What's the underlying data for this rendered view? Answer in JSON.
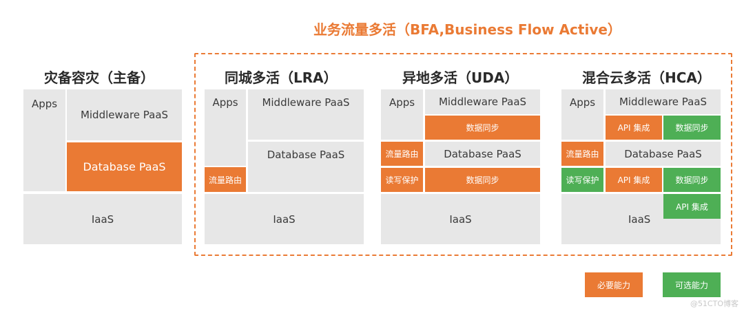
{
  "banner": "业务流量多活（BFA,Business Flow Active）",
  "sections": {
    "dr": {
      "title": "灾备容灾（主备）",
      "apps": "Apps",
      "middleware": "Middleware PaaS",
      "database": "Database PaaS",
      "iaas": "IaaS"
    },
    "lra": {
      "title": "同城多活（LRA）",
      "apps": "Apps",
      "middleware": "Middleware PaaS",
      "database": "Database PaaS",
      "routing": "流量路由",
      "iaas": "IaaS"
    },
    "uda": {
      "title": "异地多活（UDA）",
      "apps": "Apps",
      "middleware": "Middleware PaaS",
      "sync_top": "数据同步",
      "routing": "流量路由",
      "database": "Database PaaS",
      "write_protect": "读写保护",
      "sync_bottom": "数据同步",
      "iaas": "IaaS"
    },
    "hca": {
      "title": "混合云多活（HCA）",
      "apps": "Apps",
      "middleware": "Middleware PaaS",
      "api_top": "API 集成",
      "sync_top": "数据同步",
      "routing": "流量路由",
      "database": "Database PaaS",
      "write_protect": "读写保护",
      "api_mid": "API 集成",
      "sync_mid": "数据同步",
      "api_bottom": "API 集成",
      "iaas": "IaaS"
    }
  },
  "legend": {
    "required": "必要能力",
    "optional": "可选能力"
  },
  "watermark": "@51CTO博客",
  "colors": {
    "required": "#ea7a34",
    "optional": "#4eaf55",
    "neutral": "#e7e7e7"
  }
}
